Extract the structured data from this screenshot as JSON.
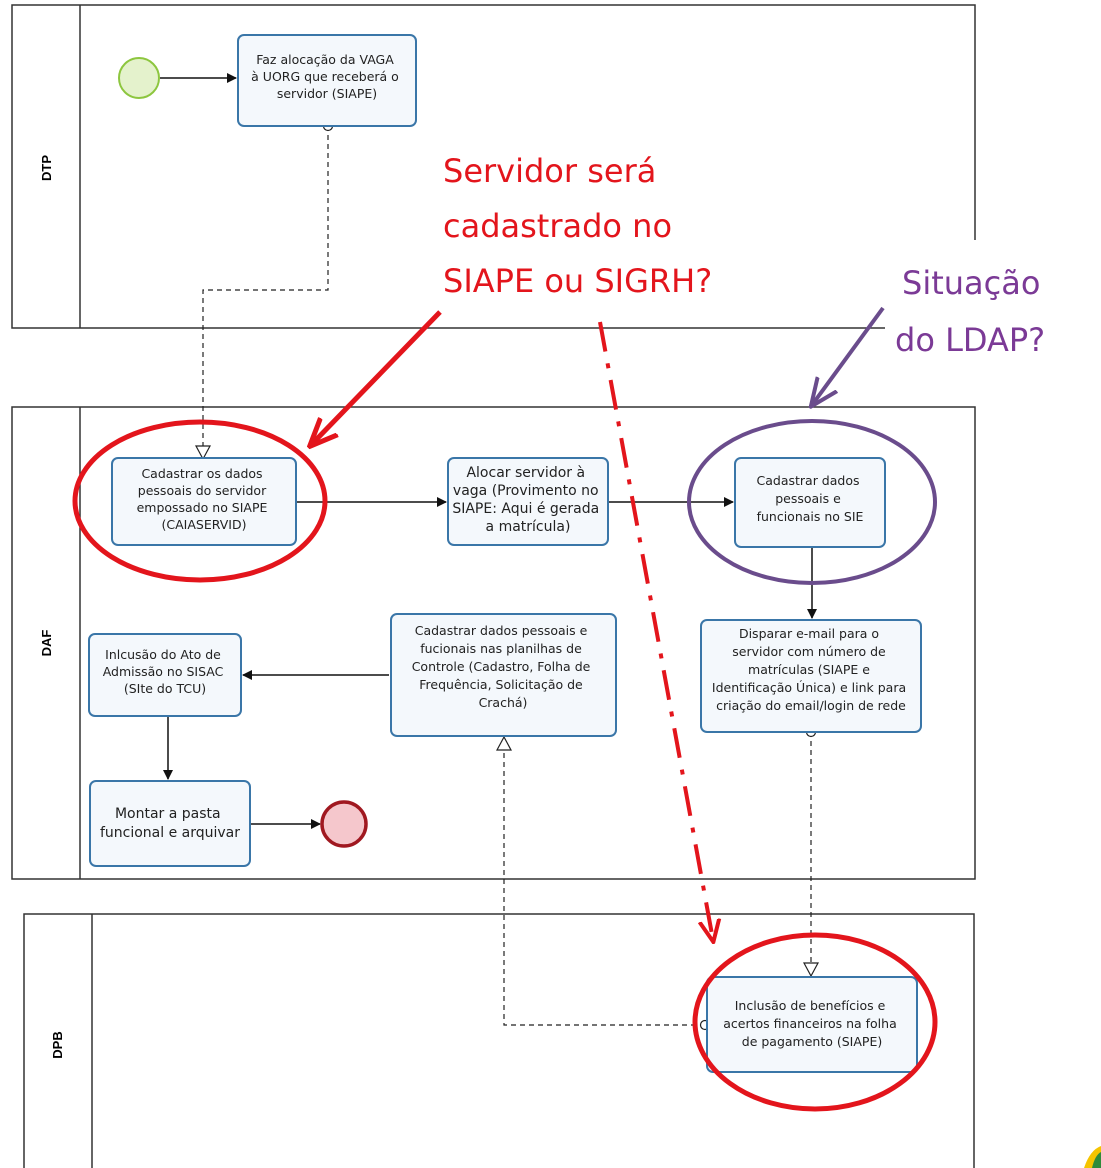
{
  "lanes": {
    "dtp": "DTP",
    "daf": "DAF",
    "dpb": "DPB"
  },
  "tasks": {
    "alocacao_vaga": [
      "Faz alocação da VAGA",
      "à UORG que receberá o",
      "servidor (SIAPE)"
    ],
    "cadastrar_dados_siape": [
      "Cadastrar os dados",
      "pessoais do servidor",
      "empossado no SIAPE",
      "(CAIASERVID)"
    ],
    "alocar_servidor": [
      "Alocar servidor à",
      "vaga (Provimento no",
      "SIAPE: Aqui é gerada",
      "a matrícula)"
    ],
    "cadastrar_sie": [
      "Cadastrar dados",
      "pessoais e",
      "funcionais no SIE"
    ],
    "disparar_email": [
      "Disparar e-mail para o",
      "servidor com número de",
      "matrículas (SIAPE e",
      "Identificação Única) e link para",
      "criação do email/login de rede"
    ],
    "cadastrar_planilhas": [
      "Cadastrar dados pessoais e",
      "fucionais nas planilhas de",
      "Controle (Cadastro, Folha de",
      "Frequência, Solicitação de",
      "Crachá)"
    ],
    "inclusao_sisac": [
      "Inlcusão do Ato de",
      "Admissão no SISAC",
      "(SIte do TCU)"
    ],
    "montar_pasta": [
      "Montar a pasta",
      "funcional e arquivar"
    ],
    "inclusao_beneficios": [
      "Inclusão de benefícios e",
      "acertos financeiros na folha",
      "de pagamento (SIAPE)"
    ]
  },
  "annotations": {
    "red_question": [
      "Servidor será",
      "cadastrado no",
      "SIAPE ou SIGRH?"
    ],
    "purple_question": [
      "Situação",
      "do LDAP?"
    ]
  },
  "colors": {
    "task_border": "#3a76a8",
    "task_fill": "#f4f8fc",
    "start_event": "#8dc63f",
    "end_event": "#a01820",
    "annotation_red": "#e3151c",
    "annotation_purple": "#7b3a96",
    "logo_yellow": "#f5c400",
    "logo_green": "#2e8b3a"
  }
}
